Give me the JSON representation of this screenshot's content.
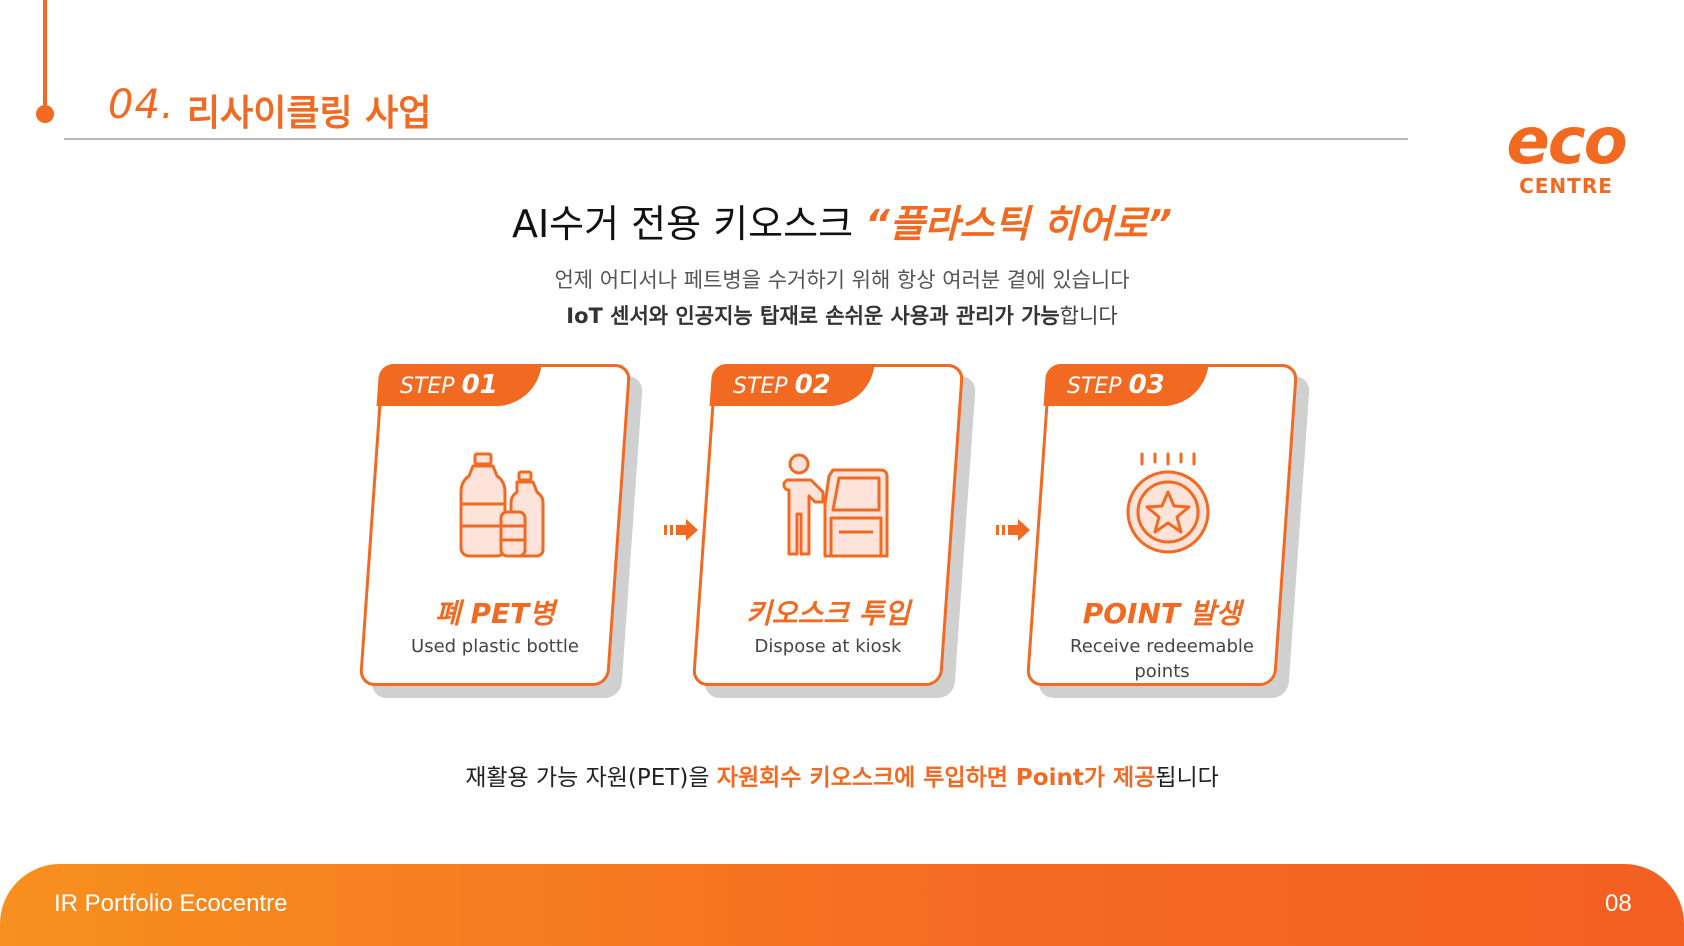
{
  "section": {
    "number": "04.",
    "title": "리사이클링 사업"
  },
  "logo": {
    "main": "eco",
    "sub": "CENTRE"
  },
  "headline": {
    "prefix": "AI수거 전용 키오스크 ",
    "accent": "“플라스틱 히어로”"
  },
  "description": {
    "line1": "언제 어디서나 페트병을 수거하기 위해 항상 여러분 곁에 있습니다",
    "line2_bold": "IoT 센서와 인공지능 탑재로 손쉬운 사용과 관리가 가능",
    "line2_tail": "합니다"
  },
  "steps": [
    {
      "tab_label": "STEP",
      "tab_num": "01",
      "title": "폐 PET병",
      "subtitle": "Used plastic bottle",
      "icon": "plastic-bottles-icon"
    },
    {
      "tab_label": "STEP",
      "tab_num": "02",
      "title": "키오스크 투입",
      "subtitle": "Dispose at kiosk",
      "icon": "kiosk-user-icon"
    },
    {
      "tab_label": "STEP",
      "tab_num": "03",
      "title": "POINT 발생",
      "subtitle": "Receive redeemable points",
      "icon": "star-coin-icon"
    }
  ],
  "bottom_message": {
    "prefix": "재활용 가능 자원(PET)을 ",
    "highlight": "자원회수 키오스크에 투입하면 Point가 제공",
    "suffix": "됩니다"
  },
  "footer": {
    "left": "IR Portfolio Ecocentre",
    "page": "08"
  },
  "colors": {
    "accent": "#f26a22",
    "shadow": "#d0d0d0",
    "icon_fill": "#fde3da"
  }
}
